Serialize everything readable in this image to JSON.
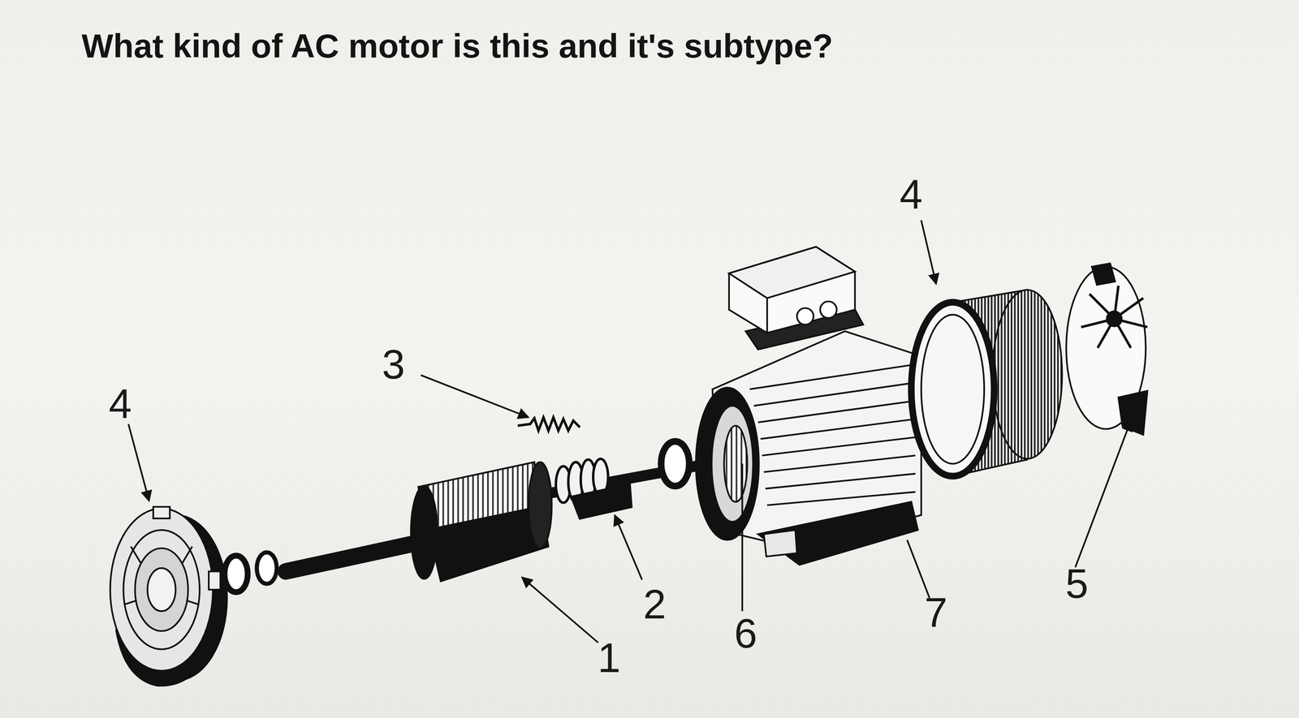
{
  "diagram": {
    "title": "What kind of AC motor is this and it's subtype?",
    "labels": [
      "4",
      "3",
      "4",
      "5",
      "2",
      "7",
      "6",
      "1"
    ]
  }
}
